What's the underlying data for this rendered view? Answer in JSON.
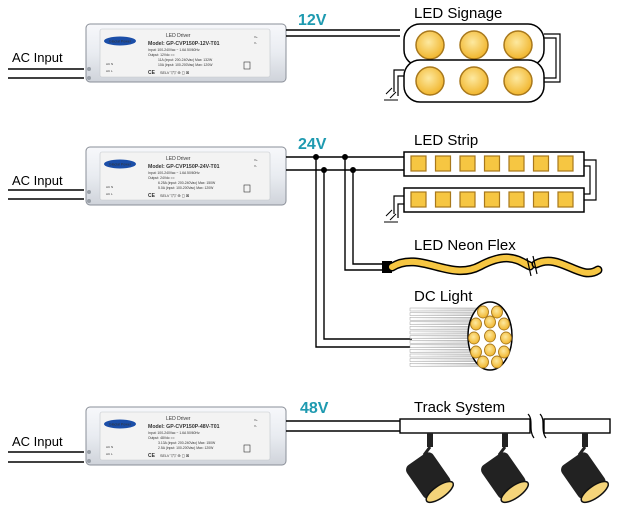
{
  "sections": [
    {
      "ac_label": "AC Input",
      "voltage": "12V",
      "driver": {
        "brand": "Glacial Power",
        "title": "LED Driver",
        "model": "Model: GP-CVP150P-12V-T01",
        "specs": [
          "Input: 100-240Vac ~ 1.6A 50/60Hz",
          "Output: 12Vdc ==",
          "11A (input: 200-240Vac) Max: 132W",
          "10A (input: 100-200Vac) Max: 120W"
        ],
        "terminals_left": [
          "AC N",
          "AC L"
        ],
        "terminals_right": [
          "V+",
          "V-"
        ]
      },
      "loads": [
        {
          "name": "LED Signage"
        }
      ]
    },
    {
      "ac_label": "AC Input",
      "voltage": "24V",
      "driver": {
        "brand": "Glacial Power",
        "title": "LED Driver",
        "model": "Model: GP-CVP150P-24V-T01",
        "specs": [
          "Input: 100-240Vac ~ 1.6A 50/60Hz",
          "Output: 24Vdc ==",
          "6.25A (input: 200-240Vac) Max: 150W",
          "5.0A (input: 100-200Vac) Max: 120W"
        ],
        "terminals_left": [
          "AC N",
          "AC L"
        ],
        "terminals_right": [
          "V+",
          "V-"
        ]
      },
      "loads": [
        {
          "name": "LED Strip"
        },
        {
          "name": "LED Neon Flex"
        },
        {
          "name": "DC Light"
        }
      ]
    },
    {
      "ac_label": "AC Input",
      "voltage": "48V",
      "driver": {
        "brand": "Glacial Power",
        "title": "LED Driver",
        "model": "Model: GP-CVP150P-48V-T01",
        "specs": [
          "Input: 100-240Vac ~ 1.6A 50/60Hz",
          "Output: 48Vdc ==",
          "3.13A (input: 200-240Vac) Max: 150W",
          "2.5A (input: 100-200Vac) Max: 120W"
        ],
        "terminals_left": [
          "AC N",
          "AC L"
        ],
        "terminals_right": [
          "V+",
          "V-"
        ]
      },
      "loads": [
        {
          "name": "Track System"
        }
      ]
    }
  ],
  "colors": {
    "led_yellow": "#f6c642",
    "led_edge": "#a8781c",
    "driver_body": "#eef0f4",
    "label_panel": "#f3f3f3",
    "voltage_text": "#1e9ab0",
    "wire": "#000000"
  },
  "icons": [
    "glacial-power-logo-icon",
    "ce-mark-icon",
    "recycle-bin-icon",
    "ground-symbol-icon",
    "track-spotlight-icon"
  ]
}
